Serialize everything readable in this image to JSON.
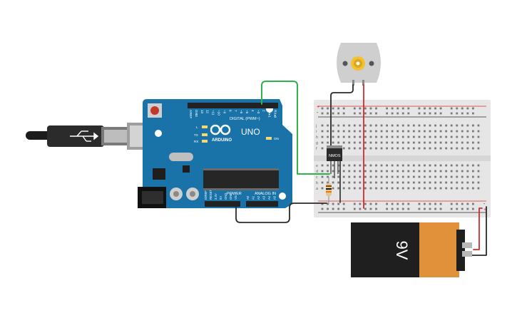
{
  "arduino": {
    "brand": "ARDUINO",
    "model": "UNO",
    "digital_header": "DIGITAL (PWM~)",
    "power_label": "POWER",
    "analog_label": "ANALOG IN",
    "on_label": "ON",
    "led_l": "L",
    "led_tx": "TX",
    "led_rx": "RX",
    "digital_pins": [
      "AREF",
      "GND",
      "13",
      "12",
      "~11",
      "~10",
      "~9",
      "8",
      "7",
      "~6",
      "~5",
      "4",
      "~3",
      "2",
      "TX▸1",
      "RX◂0"
    ],
    "power_pins": [
      "IOREF",
      "RESET",
      "3.3V",
      "5V",
      "GND",
      "GND",
      "Vin"
    ],
    "analog_pins": [
      "A0",
      "A1",
      "A2",
      "A3",
      "A4",
      "A5"
    ]
  },
  "transistor": {
    "label": "NMOS"
  },
  "battery": {
    "label": "9V"
  },
  "breadboard": {
    "row_letters_top": [
      "j",
      "i",
      "h",
      "g",
      "f"
    ],
    "row_letters_bottom": [
      "e",
      "d",
      "c",
      "b",
      "a"
    ],
    "rail_plus": "+",
    "rail_minus": "-"
  },
  "colors": {
    "wire_green": "#2fb34a",
    "wire_red": "#d62a2a",
    "wire_black": "#2a2a2a",
    "board_blue": "#1a73a8",
    "battery_orange": "#e0913a",
    "battery_black": "#1f1f1f",
    "motor_gray": "#c8c8c8",
    "motor_yellow": "#f2c12e"
  }
}
